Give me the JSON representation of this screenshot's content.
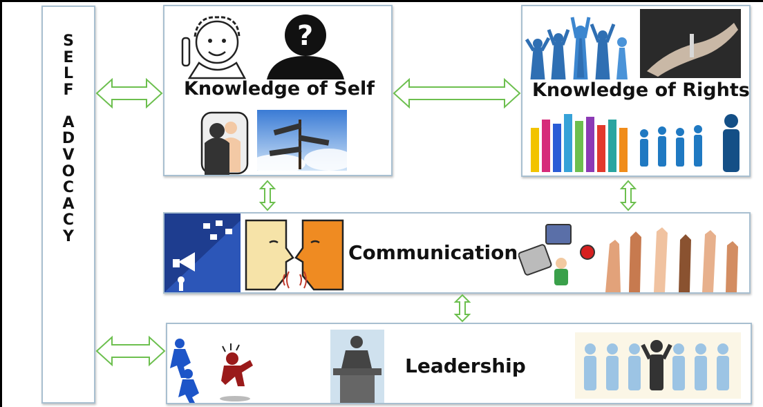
{
  "self_advocacy": {
    "letters": [
      "S",
      "E",
      "L",
      "F",
      "",
      "A",
      "D",
      "V",
      "O",
      "C",
      "A",
      "C",
      "Y"
    ]
  },
  "boxes": {
    "knowledge_of_self": "Knowledge of Self",
    "knowledge_of_rights": "Knowledge of Rights",
    "communication": "Communication",
    "leadership": "Leadership"
  },
  "colors": {
    "arrow_green": "#6cbf4e",
    "box_border": "#a8bfd0",
    "people_blue": "#9cc4e4"
  },
  "icons": [
    "cartoon-face-icon",
    "question-silhouette-icon",
    "mirror-silhouette-icon",
    "signpost-icon",
    "cheering-crowd-icon",
    "hand-key-icon",
    "raised-hands-icon",
    "business-people-icon",
    "megaphone-icon",
    "talking-faces-icon",
    "communication-device-icon",
    "hands-raised-icon",
    "running-figures-icon",
    "speaker-podium-icon",
    "leader-group-icon"
  ]
}
